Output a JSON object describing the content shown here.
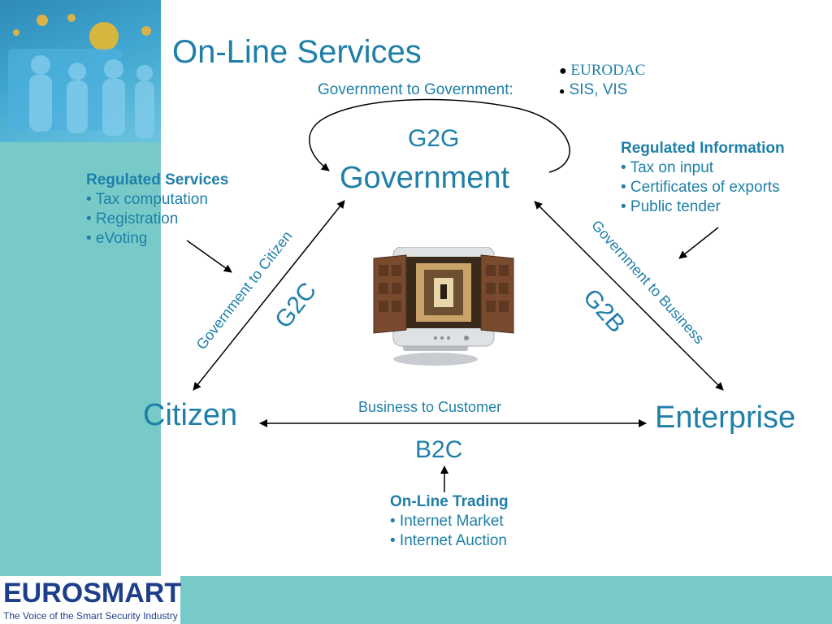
{
  "title": "On-Line Services",
  "g2g_text": {
    "label": "Government to Government:",
    "items": [
      "EURODAC",
      "SIS, VIS"
    ],
    "abbr": "G2G"
  },
  "nodes": {
    "government": "Government",
    "citizen": "Citizen",
    "enterprise": "Enterprise"
  },
  "edges": {
    "g2c": {
      "label": "Government to Citizen",
      "abbr": "G2C"
    },
    "g2b": {
      "label": "Government to Business",
      "abbr": "G2B"
    },
    "b2c": {
      "label": "Business to Customer",
      "abbr": "B2C"
    }
  },
  "regulated_services": {
    "heading": "Regulated Services",
    "items": [
      "• Tax computation",
      "• Registration",
      "• eVoting"
    ]
  },
  "regulated_information": {
    "heading": "Regulated Information",
    "items": [
      "• Tax on input",
      "• Certificates of exports",
      "• Public tender"
    ]
  },
  "online_trading": {
    "heading": "On-Line Trading",
    "items": [
      "• Internet Market",
      "• Internet Auction"
    ]
  },
  "logo": {
    "word": "EUROSMART",
    "tagline": "The Voice of the Smart Security Industry"
  },
  "colors": {
    "text": "#1f7fa8",
    "teal": "#78cac8",
    "logo": "#1d3f8a"
  }
}
